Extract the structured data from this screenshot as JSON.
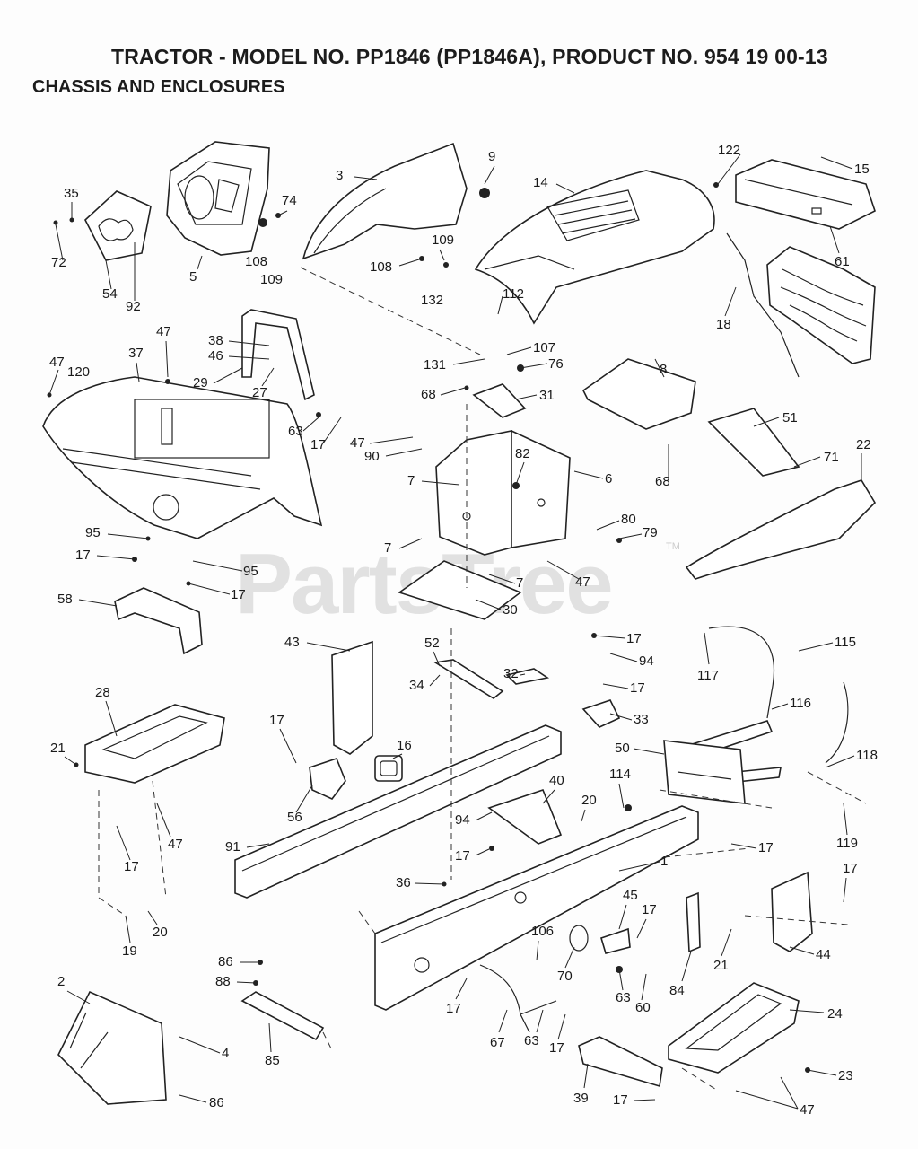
{
  "header": {
    "title": "TRACTOR - MODEL NO. PP1846 (PP1846A), PRODUCT NO. 954 19 00-13",
    "subtitle": "CHASSIS AND ENCLOSURES"
  },
  "watermark": {
    "text": "PartsTree",
    "tm": "TM"
  },
  "part_labels": [
    "122",
    "15",
    "3",
    "9",
    "14",
    "35",
    "74",
    "72",
    "5",
    "108",
    "109",
    "54",
    "92",
    "108",
    "109",
    "132",
    "112",
    "61",
    "18",
    "47",
    "38",
    "46",
    "29",
    "27",
    "37",
    "47",
    "120",
    "131",
    "107",
    "76",
    "68",
    "31",
    "8",
    "63",
    "17",
    "47",
    "90",
    "82",
    "6",
    "51",
    "71",
    "22",
    "7",
    "68",
    "80",
    "79",
    "7",
    "47",
    "95",
    "17",
    "95",
    "17",
    "7",
    "30",
    "58",
    "43",
    "52",
    "32",
    "17",
    "94",
    "117",
    "115",
    "34",
    "17",
    "33",
    "28",
    "21",
    "16",
    "17",
    "116",
    "56",
    "50",
    "118",
    "114",
    "47",
    "40",
    "94",
    "20",
    "91",
    "17",
    "1",
    "17",
    "119",
    "17",
    "36",
    "17",
    "20",
    "19",
    "45",
    "17",
    "106",
    "44",
    "70",
    "63",
    "84",
    "21",
    "86",
    "88",
    "60",
    "2",
    "17",
    "67",
    "63",
    "17",
    "24",
    "4",
    "85",
    "23",
    "39",
    "17",
    "86",
    "47"
  ]
}
